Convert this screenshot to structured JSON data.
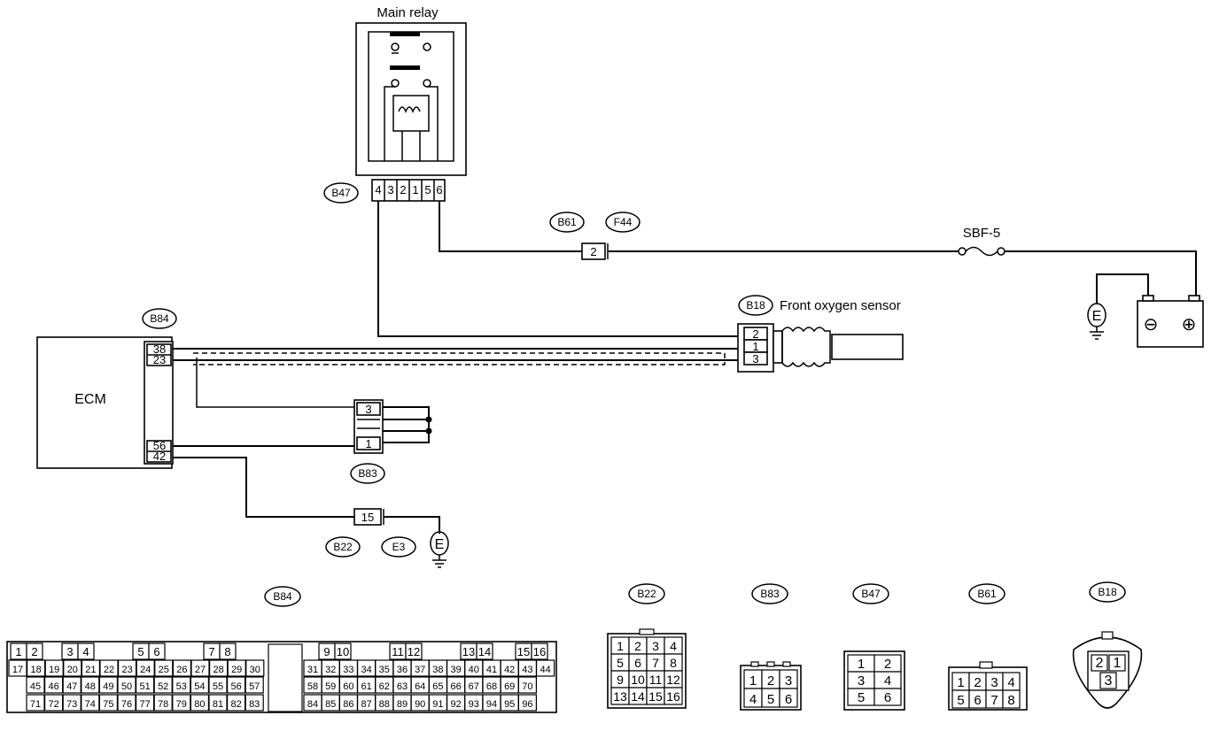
{
  "labels": {
    "main_relay": "Main relay",
    "front_oxygen_sensor": "Front oxygen sensor",
    "ecm": "ECM",
    "sbf": "SBF-5",
    "ground_e": "E",
    "battery_minus": "⊖",
    "battery_plus": "⊕"
  },
  "connector_tags": {
    "b47": "B47",
    "b61": "B61",
    "f44": "F44",
    "b18": "B18",
    "b84": "B84",
    "b83": "B83",
    "b22": "B22",
    "e3": "E3"
  },
  "relay_pins": [
    "4",
    "3",
    "2",
    "1",
    "5",
    "6"
  ],
  "b61_pin": "2",
  "b18_pins": [
    "2",
    "1",
    "3"
  ],
  "ecm_pins": {
    "p38": "38",
    "p23": "23",
    "p56": "56",
    "p42": "42"
  },
  "b83_pins": {
    "p3": "3",
    "p1": "1"
  },
  "b22_pin": "15",
  "views": {
    "b84_title": "B84",
    "b22_title": "B22",
    "b83_title": "B83",
    "b47_title": "B47",
    "b61_title": "B61",
    "b18_title": "B18"
  },
  "b84_rows": [
    [
      "1",
      "2",
      "3",
      "4",
      "5",
      "6",
      "7",
      "8",
      "9",
      "10",
      "11",
      "12",
      "13",
      "14",
      "15",
      "16"
    ],
    [
      "17",
      "18",
      "19",
      "20",
      "21",
      "22",
      "23",
      "24",
      "25",
      "26",
      "27",
      "28",
      "29",
      "30",
      "31",
      "32",
      "33",
      "34",
      "35",
      "36",
      "37",
      "38",
      "39",
      "40",
      "41",
      "42",
      "43",
      "44"
    ],
    [
      "45",
      "46",
      "47",
      "48",
      "49",
      "50",
      "51",
      "52",
      "53",
      "54",
      "55",
      "56",
      "57",
      "58",
      "59",
      "60",
      "61",
      "62",
      "63",
      "64",
      "65",
      "66",
      "67",
      "68",
      "69",
      "70"
    ],
    [
      "71",
      "72",
      "73",
      "74",
      "75",
      "76",
      "77",
      "78",
      "79",
      "80",
      "81",
      "82",
      "83",
      "84",
      "85",
      "86",
      "87",
      "88",
      "89",
      "90",
      "91",
      "92",
      "93",
      "94",
      "95",
      "96"
    ]
  ],
  "b22_rows": [
    [
      "1",
      "2",
      "3",
      "4"
    ],
    [
      "5",
      "6",
      "7",
      "8"
    ],
    [
      "9",
      "10",
      "11",
      "12"
    ],
    [
      "13",
      "14",
      "15",
      "16"
    ]
  ],
  "b83_rows": [
    [
      "1",
      "2",
      "3"
    ],
    [
      "4",
      "5",
      "6"
    ]
  ],
  "b47_rows": [
    [
      "1",
      "2"
    ],
    [
      "3",
      "4"
    ],
    [
      "5",
      "6"
    ]
  ],
  "b61_rows": [
    [
      "1",
      "2",
      "3",
      "4"
    ],
    [
      "5",
      "6",
      "7",
      "8"
    ]
  ],
  "b18_rows": [
    [
      "2",
      "1"
    ],
    [
      "3"
    ]
  ]
}
